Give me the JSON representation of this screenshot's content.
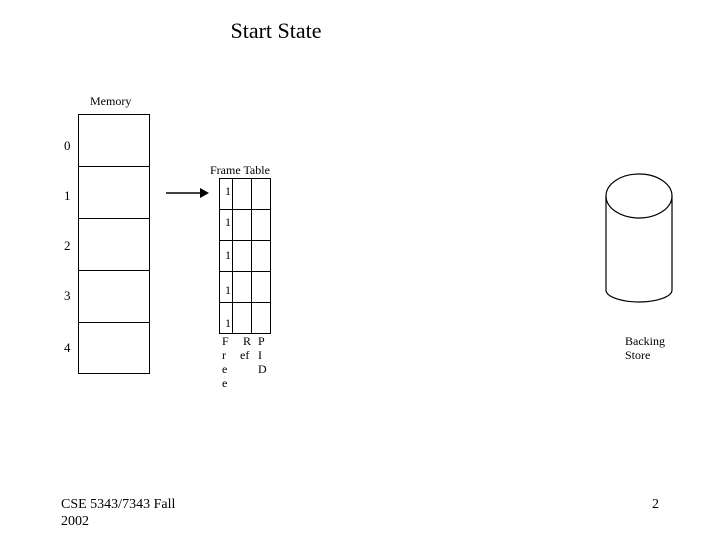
{
  "slide": {
    "title": "Start State",
    "memory_label": "Memory",
    "memory_rows": [
      "0",
      "1",
      "2",
      "3",
      "4"
    ],
    "frame_table_label": "Frame Table",
    "frame_table_free_bits": [
      "1",
      "1",
      "1",
      "1",
      "1"
    ],
    "column_headers": {
      "free": [
        "F",
        "r",
        "e",
        "e"
      ],
      "ref": [
        "R",
        "ef"
      ],
      "pid": [
        "P",
        "I",
        "D"
      ]
    },
    "backing_store_label": [
      "Backing",
      "Store"
    ],
    "footer_course": [
      "CSE 5343/7343 Fall",
      "2002"
    ],
    "page_number": "2"
  }
}
